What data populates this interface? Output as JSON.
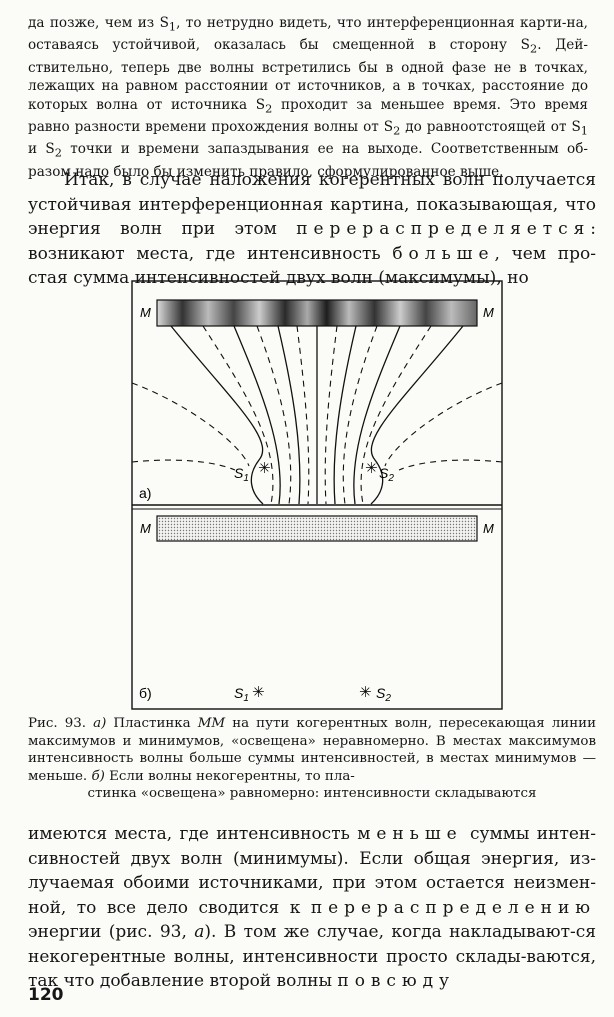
{
  "small_paragraph": {
    "line1": "да позже, чем из S",
    "sub1": "1",
    "line1b": ", то нетрудно видеть, что интерференционная карти-на, оставаясь устойчивой, оказалась бы смещенной в сторону S",
    "sub2": "2",
    "line1c": ". Дей-ствительно, теперь две волны встретились бы в одной фазе не в точках, лежащих на равном расстоянии от источников, а в точках, расстояние до которых волна от источника S",
    "sub3": "2",
    "line1d": " проходит за меньшее время. Это время равно разности времени прохождения волны от S",
    "sub4": "2",
    "line1e": " до равноотстоящей от S",
    "sub5": "1",
    "line1f": " и S",
    "sub6": "2",
    "line1g": " точки и времени запаздывания ее на выходе. Соответственным об-разом надо было бы изменить правило, сформулированное выше."
  },
  "main_paragraph_1": {
    "text_a": "Итак, в случае наложения когерентных волн получается устойчивая интерференционная картина, показывающая, что энергия волн при этом ",
    "spaced_1": "перераспределяется",
    "text_b": ": возникают места, где интенсивность ",
    "spaced_2": "больше",
    "text_c": ", чем про-стая сумма интенсивностей двух волн (максимумы), но"
  },
  "figure": {
    "label_a": "а)",
    "label_b": "б)",
    "plate_label": "M",
    "source_1": "S",
    "source_1_sub": "1",
    "source_2": "S",
    "source_2_sub": "2"
  },
  "caption": {
    "prefix": "Рис. 93. ",
    "a_mark": "а)",
    "text_1": " Пластинка ",
    "mm": "MM",
    "text_2": " на пути когерентных волн, пересекающая линии максимумов и минимумов, «освещена» неравномерно. В местах максимумов интенсивность волны больше суммы интенсивностей, в местах минимумов — меньше. ",
    "b_mark": "б)",
    "text_3": " Если волны некогерентны, то пла-",
    "last_line": "стинка «освещена» равномерно: интенсивности складываются"
  },
  "main_paragraph_2": {
    "text_a": "имеются места, где интенсивность ",
    "spaced_1": "меньше",
    "text_b": " суммы интен-сивностей двух волн (минимумы). Если общая энергия, из-лучаемая обоими источниками, при этом остается неизмен-ной, то все дело сводится к ",
    "spaced_2": "перераспределению",
    "text_c": " энергии (рис. 93, ",
    "a_mark": "а",
    "text_d": "). В том же случае, когда накладывают-ся некогерентные волны, интенсивности просто склады-ваются, так что добавление второй волны ",
    "spaced_3": "повсюду"
  },
  "page_number": "120",
  "colors": {
    "ink": "#161616",
    "paper": "#fbfbf8"
  }
}
